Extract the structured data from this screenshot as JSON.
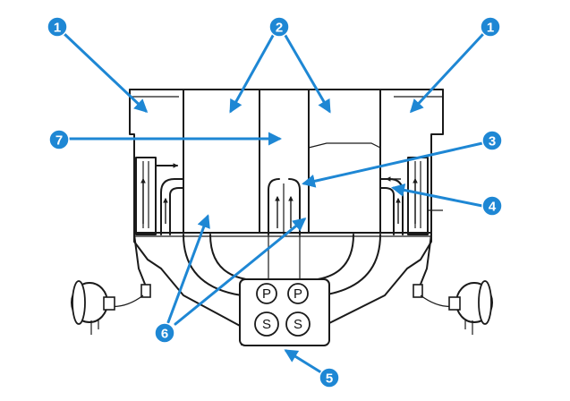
{
  "colors": {
    "callout": "#1e87d4",
    "ink": "#1a1a1a",
    "background": "#ffffff",
    "fill": "#ffffff"
  },
  "callouts": [
    {
      "label": "1"
    },
    {
      "label": "2"
    },
    {
      "label": "1"
    },
    {
      "label": "7"
    },
    {
      "label": "3"
    },
    {
      "label": "4"
    },
    {
      "label": "6"
    },
    {
      "label": "5"
    }
  ],
  "valve_labels": {
    "p_left": "P",
    "p_right": "P",
    "s_left": "S",
    "s_right": "S"
  }
}
